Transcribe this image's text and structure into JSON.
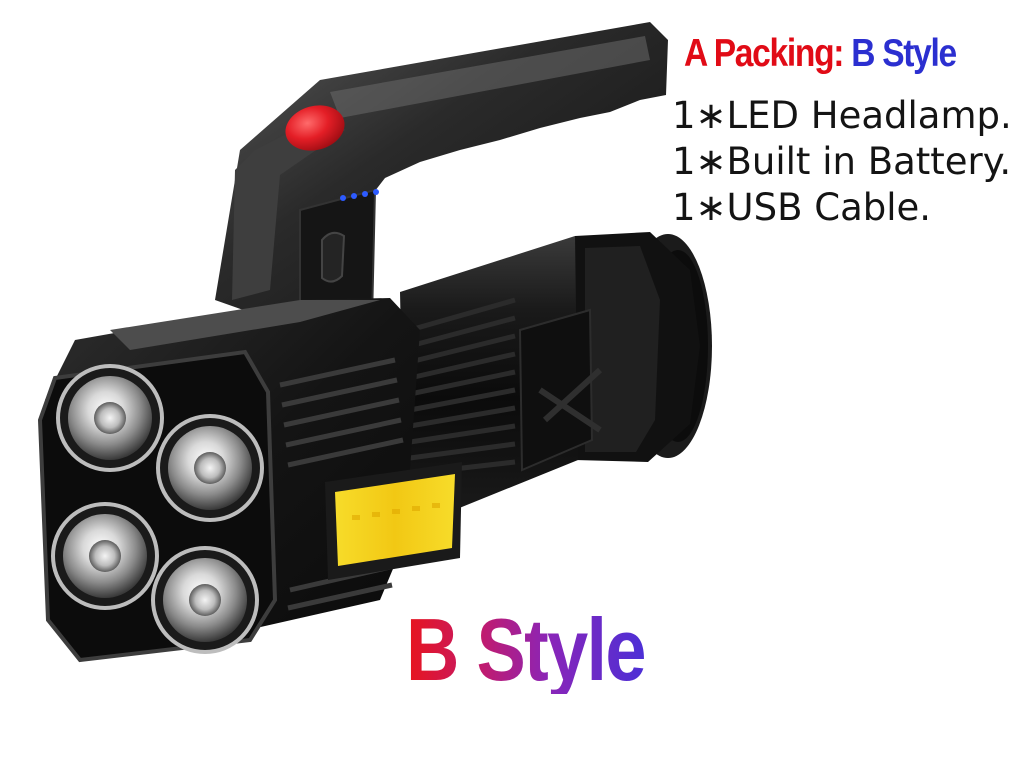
{
  "packing": {
    "prefix": "A Packing:",
    "style": "B Style",
    "items": [
      "1∗LED Headlamp.",
      "1∗Built in Battery.",
      "1∗USB Cable."
    ]
  },
  "style_label": "B Style",
  "colors": {
    "packing_prefix": "#e10b16",
    "packing_style": "#2b2fd0",
    "body_text": "#141414",
    "style_gradient_start": "#e8141c",
    "style_gradient_end": "#4c2fd6",
    "power_button": "#e41e26",
    "cob_light": "#f4d21b",
    "battery_dots": "#2d5bff"
  }
}
